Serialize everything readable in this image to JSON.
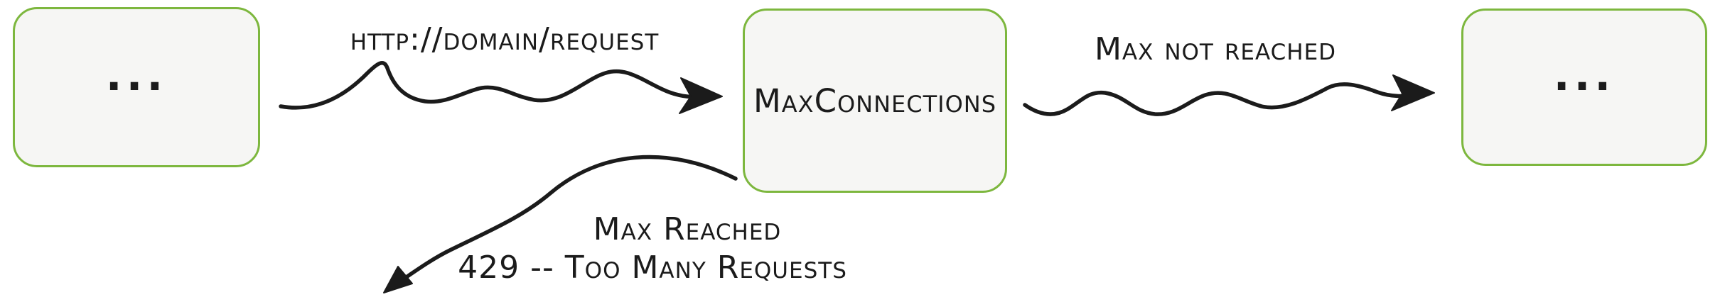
{
  "diagram": {
    "nodes": {
      "left": {
        "label": "..."
      },
      "max_connections": {
        "label": "MaxConnections"
      },
      "right": {
        "label": "..."
      }
    },
    "edges": {
      "request": {
        "label": "http://domain/request"
      },
      "max_not_reached": {
        "label": "Max not reached"
      },
      "max_reached": {
        "label": "Max Reached",
        "sublabel": "429 -- Too Many Requests"
      }
    },
    "colors": {
      "node_border": "#7db73e",
      "node_fill": "#f6f6f4",
      "stroke": "#1b1b1b",
      "bg": "#ffffff"
    }
  }
}
